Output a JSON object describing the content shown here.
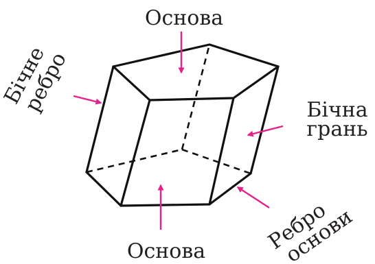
{
  "labels": {
    "base_top": "Основа",
    "base_bottom": "Основа",
    "lateral_edge_line1": "Бічне",
    "lateral_edge_line2": "ребро",
    "lateral_face_line1": "Бічна",
    "lateral_face_line2": "грань",
    "base_edge_line1": "Ребро",
    "base_edge_line2": "основи"
  },
  "colors": {
    "arrow": "#e5218a",
    "edge": "#111111",
    "text": "#231f20"
  }
}
